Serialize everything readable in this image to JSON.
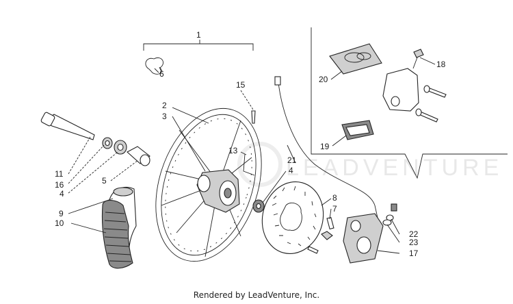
{
  "diagram": {
    "callouts": [
      {
        "id": "1",
        "text": "1"
      },
      {
        "id": "2",
        "text": "2"
      },
      {
        "id": "3",
        "text": "3"
      },
      {
        "id": "4a",
        "text": "4"
      },
      {
        "id": "4b",
        "text": "4"
      },
      {
        "id": "5",
        "text": "5"
      },
      {
        "id": "6",
        "text": "6"
      },
      {
        "id": "7",
        "text": "7"
      },
      {
        "id": "8",
        "text": "8"
      },
      {
        "id": "9",
        "text": "9"
      },
      {
        "id": "10",
        "text": "10"
      },
      {
        "id": "11",
        "text": "11"
      },
      {
        "id": "13",
        "text": "13"
      },
      {
        "id": "15",
        "text": "15"
      },
      {
        "id": "16",
        "text": "16"
      },
      {
        "id": "17",
        "text": "17"
      },
      {
        "id": "18",
        "text": "18"
      },
      {
        "id": "19",
        "text": "19"
      },
      {
        "id": "20",
        "text": "20"
      },
      {
        "id": "21",
        "text": "21"
      },
      {
        "id": "22",
        "text": "22"
      },
      {
        "id": "23",
        "text": "23"
      }
    ]
  },
  "footer": {
    "text": "Rendered by LeadVenture, Inc."
  },
  "colors": {
    "line": "#222222",
    "background": "#ffffff"
  }
}
